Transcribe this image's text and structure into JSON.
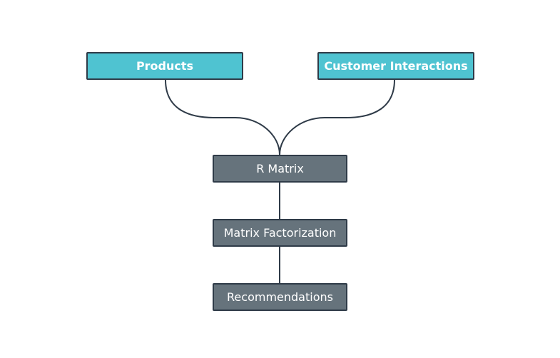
{
  "diagram": {
    "nodes": {
      "products": "Products",
      "customer_interactions": "Customer Interactions",
      "r_matrix": "R Matrix",
      "matrix_factorization": "Matrix Factorization",
      "recommendations": "Recommendations"
    },
    "colors": {
      "source_fill": "#4fc3d1",
      "process_fill": "#66737c",
      "stroke": "#2f3b48"
    }
  }
}
